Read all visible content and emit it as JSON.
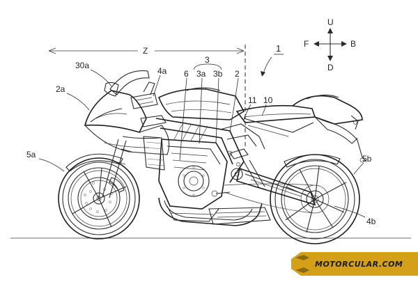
{
  "diagram": {
    "reference_numeral": "1",
    "dimension_label": "Z",
    "directions": {
      "up": "U",
      "down": "D",
      "front": "F",
      "back": "B"
    },
    "labels": {
      "l30a": "30a",
      "l2a": "2a",
      "l4a": "4a",
      "l6": "6",
      "l3": "3",
      "l3a": "3a",
      "l3b": "3b",
      "l2": "2",
      "l11": "11",
      "l10": "10",
      "l5a": "5a",
      "l5b": "5b",
      "l4b": "4b"
    }
  },
  "watermark": {
    "text": "MOTORCULAR.COM",
    "color": "#d4a017"
  }
}
